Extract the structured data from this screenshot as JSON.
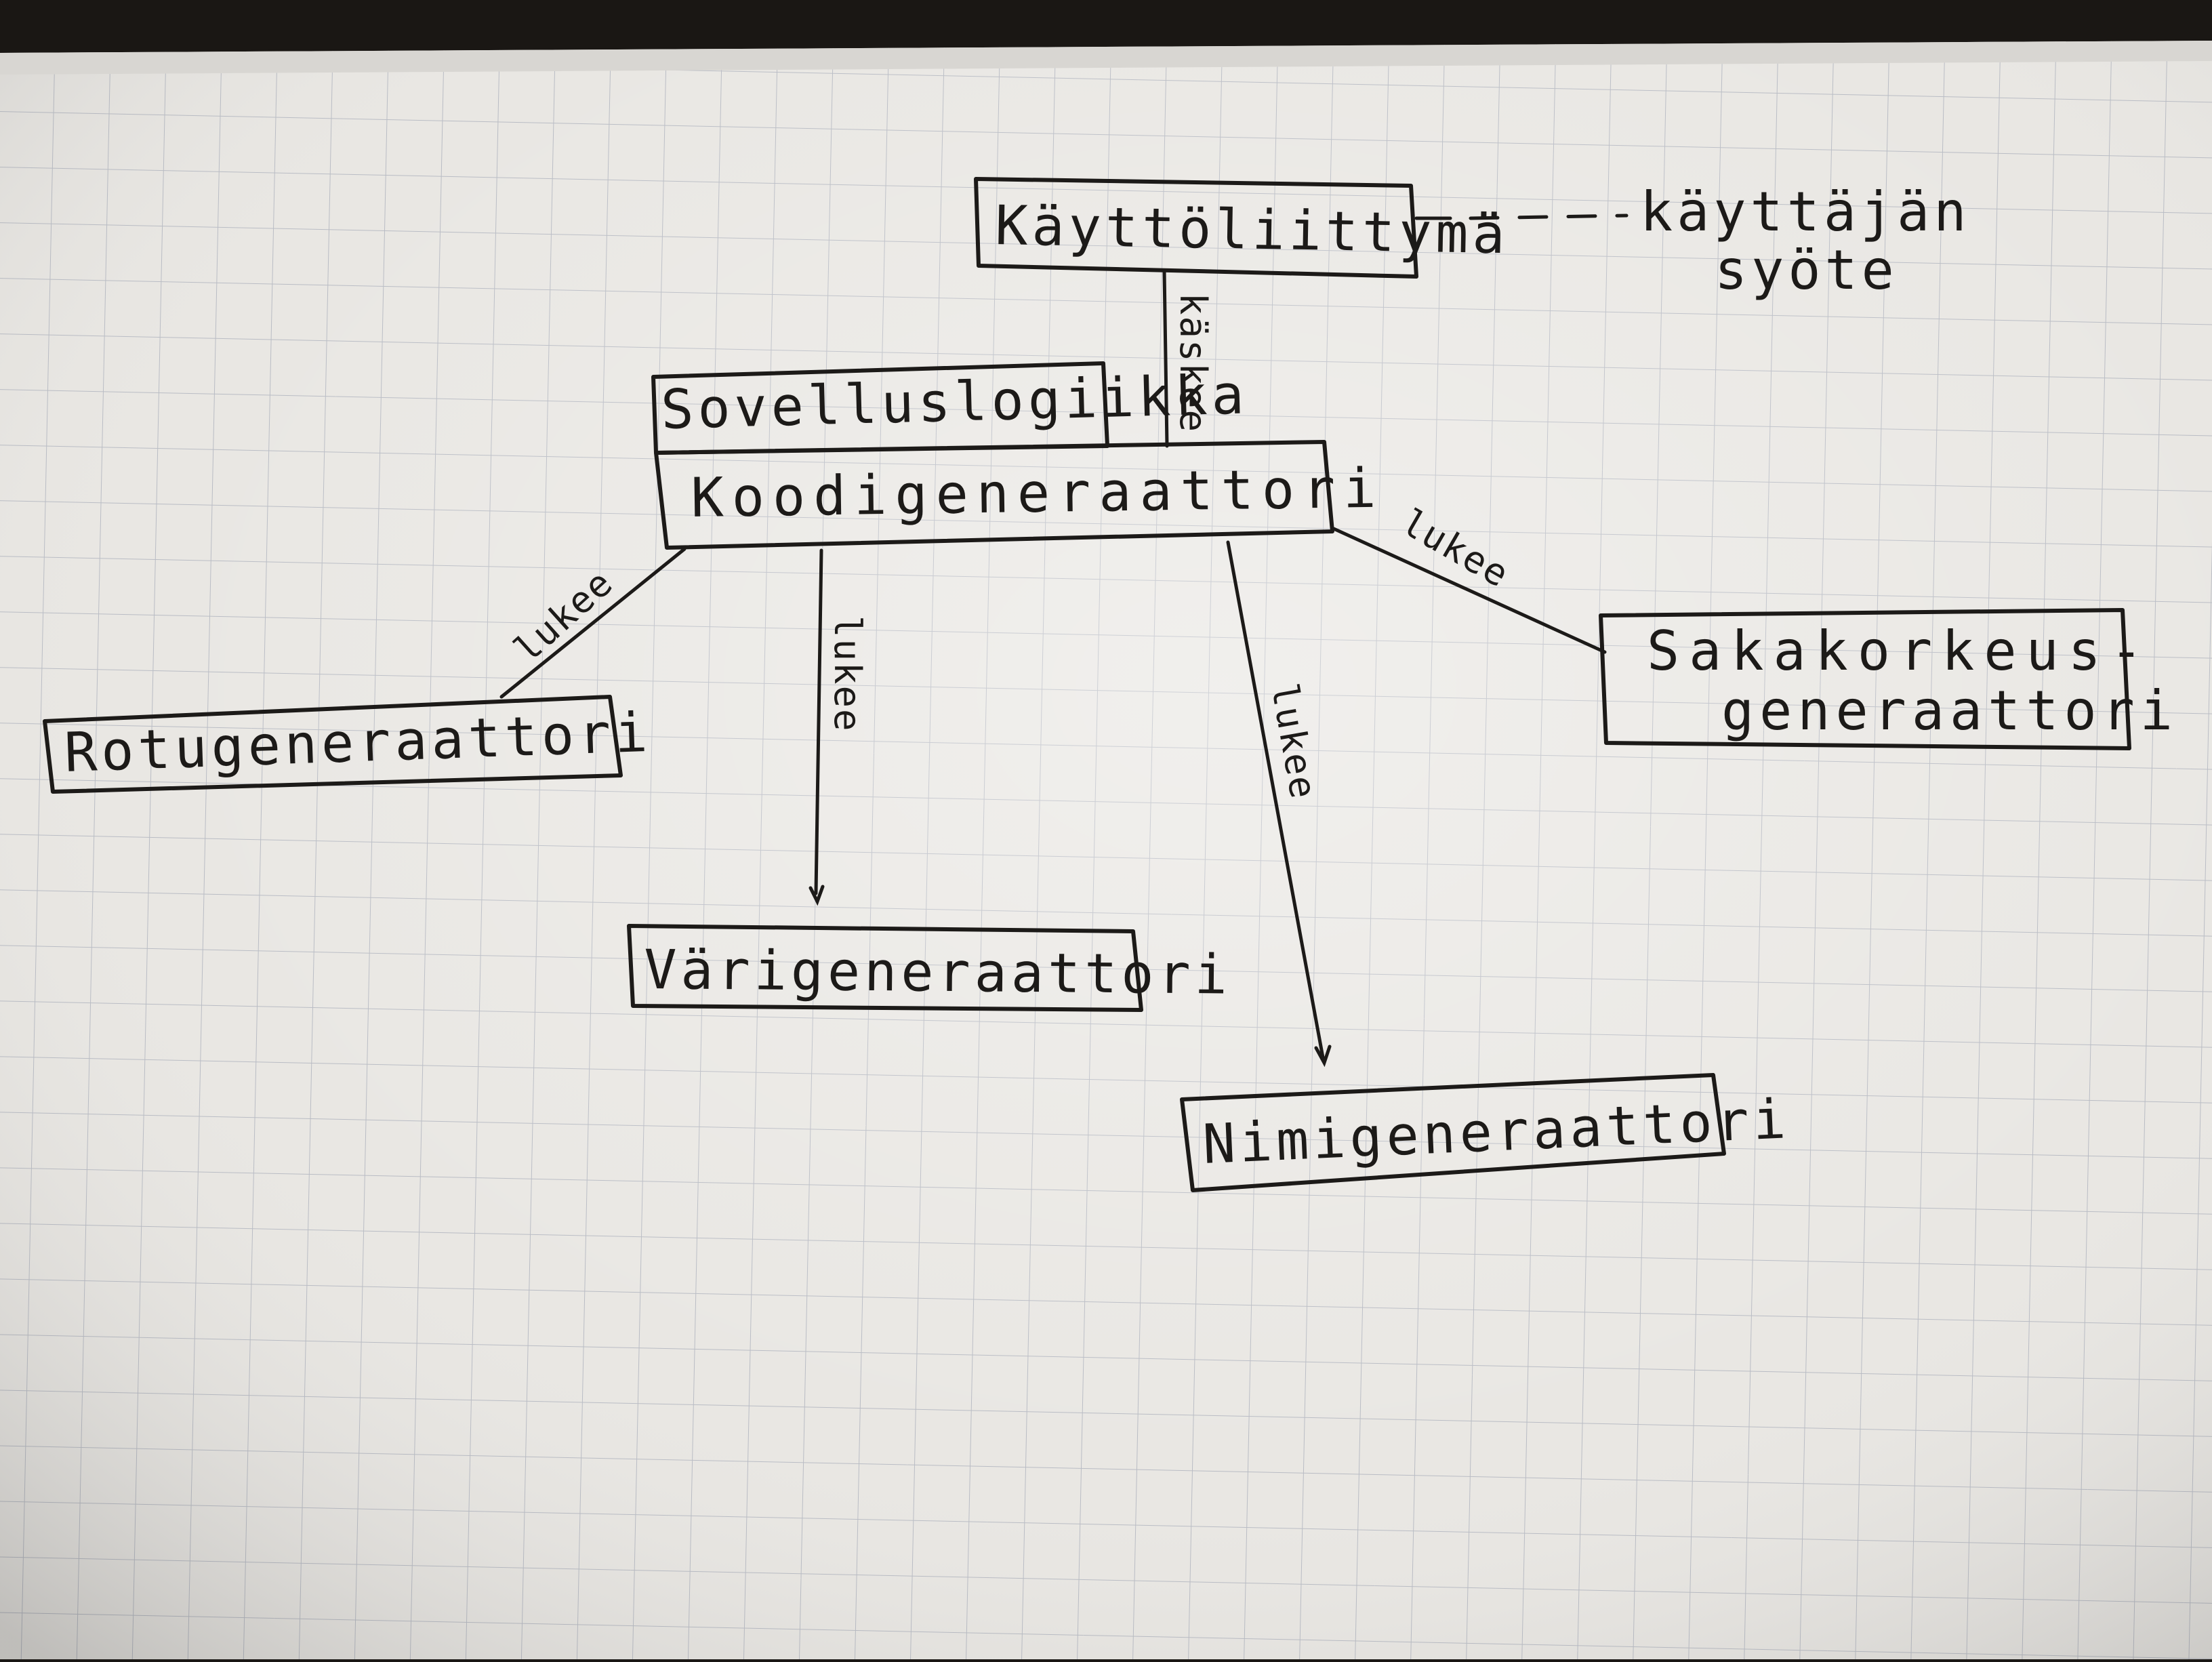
{
  "diagram": {
    "nodes": {
      "kayttoliittyma": "Käyttöliittymä",
      "kayttajan_syote_line1": "käyttäjän",
      "kayttajan_syote_line2": "syöte",
      "sovelluslogiikka": "Sovelluslogiikka",
      "koodigeneraattori": "Koodigeneraattori",
      "rotugeneraattori": "Rotugeneraattori",
      "varigeneraattori": "Värigeneraattori",
      "nimigeneraattori": "Nimigeneraattori",
      "sakakorkeus_line1": "Sakakorkeus-",
      "sakakorkeus_line2": "generaattori"
    },
    "edges": {
      "kaskee": "käskee",
      "lukee_rotu": "lukee",
      "lukee_vari": "lukee",
      "lukee_nimi": "lukee",
      "lukee_sakakorkeus": "lukee"
    },
    "colors": {
      "ink": "#1c1a18",
      "paper": "#e9e7e3",
      "grid": "#b9bcc4",
      "background": "#1a1714"
    }
  }
}
